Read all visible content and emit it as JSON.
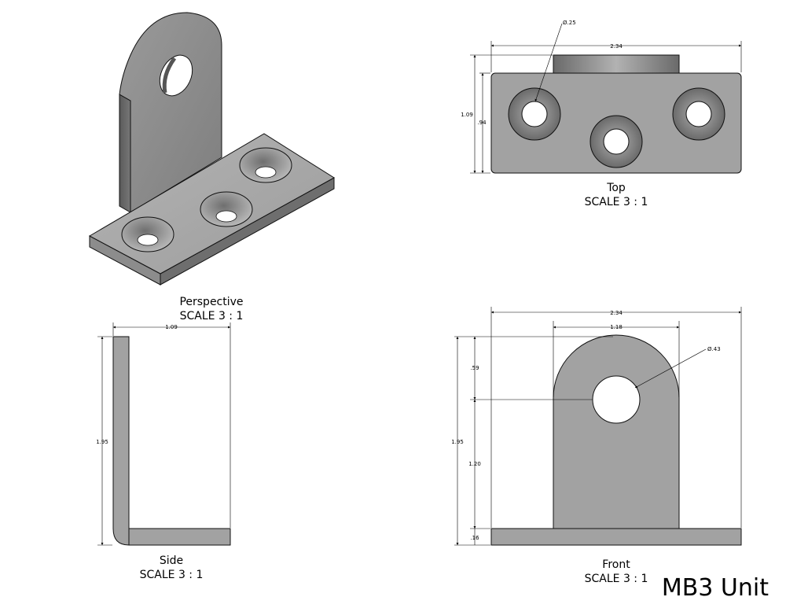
{
  "views": {
    "perspective": {
      "name": "Perspective",
      "scale": "SCALE 3 : 1"
    },
    "top": {
      "name": "Top",
      "scale": "SCALE 3 : 1",
      "dims": {
        "hole_dia": "Ø.25",
        "width": "2.34",
        "depth": "1.09",
        "inner": ".94"
      }
    },
    "side": {
      "name": "Side",
      "scale": "SCALE 3 : 1",
      "dims": {
        "depth": "1.09",
        "height": "1.95"
      }
    },
    "front": {
      "name": "Front",
      "scale": "SCALE 3 : 1",
      "dims": {
        "width": "2.34",
        "tab_width": "1.18",
        "hole_dia": "Ø.43",
        "height": "1.95",
        "top_to_hole": ".59",
        "hole_height": "1.20",
        "base_thickness": ".16"
      }
    }
  },
  "title": "MB3 Unit",
  "colors": {
    "part_fill": "#a0a0a0",
    "edge": "#111111",
    "hole": "#ffffff"
  }
}
